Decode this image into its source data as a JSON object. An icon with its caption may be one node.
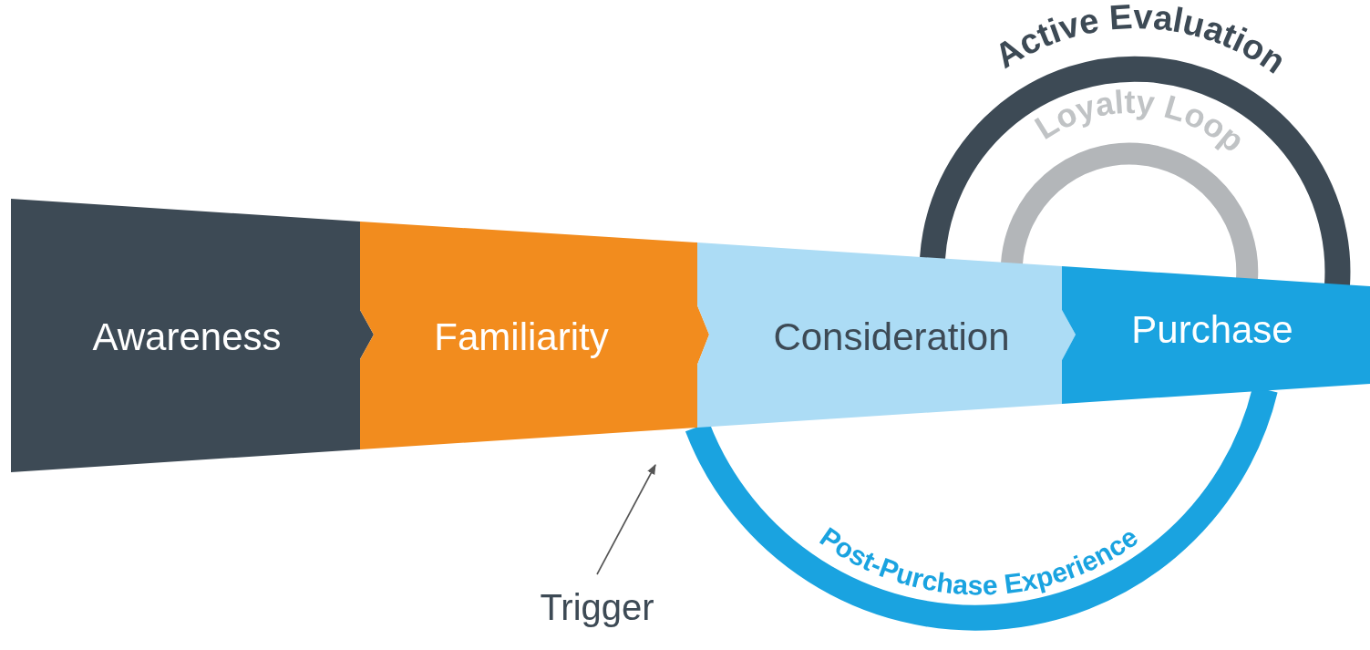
{
  "diagram": {
    "nodes": [
      {
        "text": [
          "Awareness"
        ]
      },
      {
        "text": [
          "Familiarity"
        ]
      },
      {
        "text": [
          "Consideration"
        ]
      },
      {
        "text": [
          "Purchase"
        ]
      },
      {
        "text": [
          "Trigger"
        ]
      }
    ],
    "edges": [
      {
        "from": 2,
        "to": 3,
        "arrow": "none",
        "label": "Active Evaluation",
        "color": "#3d4a55"
      },
      {
        "from": 2,
        "to": 3,
        "arrow": "none",
        "label": "Loyalty Loop",
        "color": "#b3b6b9"
      },
      {
        "from": 2,
        "to": 3,
        "arrow": "none",
        "label": "Post-Purchase Experience",
        "color": "#1aa3e0"
      },
      {
        "from": 4,
        "to": null,
        "arrow": "to"
      }
    ]
  }
}
